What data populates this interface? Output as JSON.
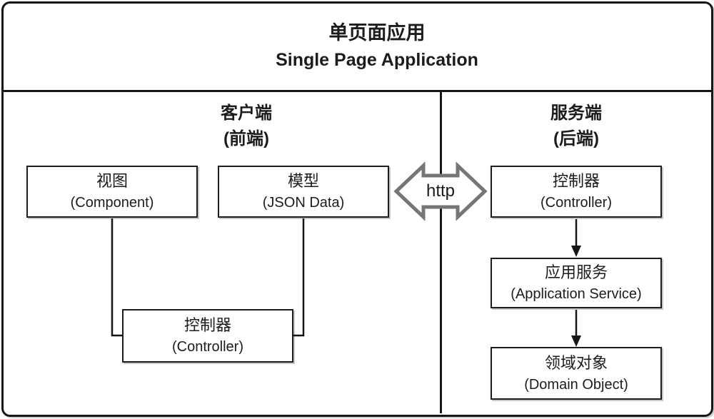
{
  "title": {
    "zh": "单页面应用",
    "en": "Single Page Application"
  },
  "client": {
    "header_zh": "客户端",
    "header_en": "(前端)",
    "boxes": {
      "view": {
        "zh": "视图",
        "en": "(Component)"
      },
      "model": {
        "zh": "模型",
        "en": "(JSON Data)"
      },
      "controller": {
        "zh": "控制器",
        "en": "(Controller)"
      }
    }
  },
  "server": {
    "header_zh": "服务端",
    "header_en": "(后端)",
    "boxes": {
      "controller": {
        "zh": "控制器",
        "en": "(Controller)"
      },
      "app_service": {
        "zh": "应用服务",
        "en": "(Application Service)"
      },
      "domain_object": {
        "zh": "领域对象",
        "en": "(Domain Object)"
      }
    }
  },
  "connector": {
    "label": "http"
  },
  "colors": {
    "line": "#161616",
    "arrow_outline": "#767676",
    "background": "#ffffff",
    "text": "#1c1c1c"
  }
}
